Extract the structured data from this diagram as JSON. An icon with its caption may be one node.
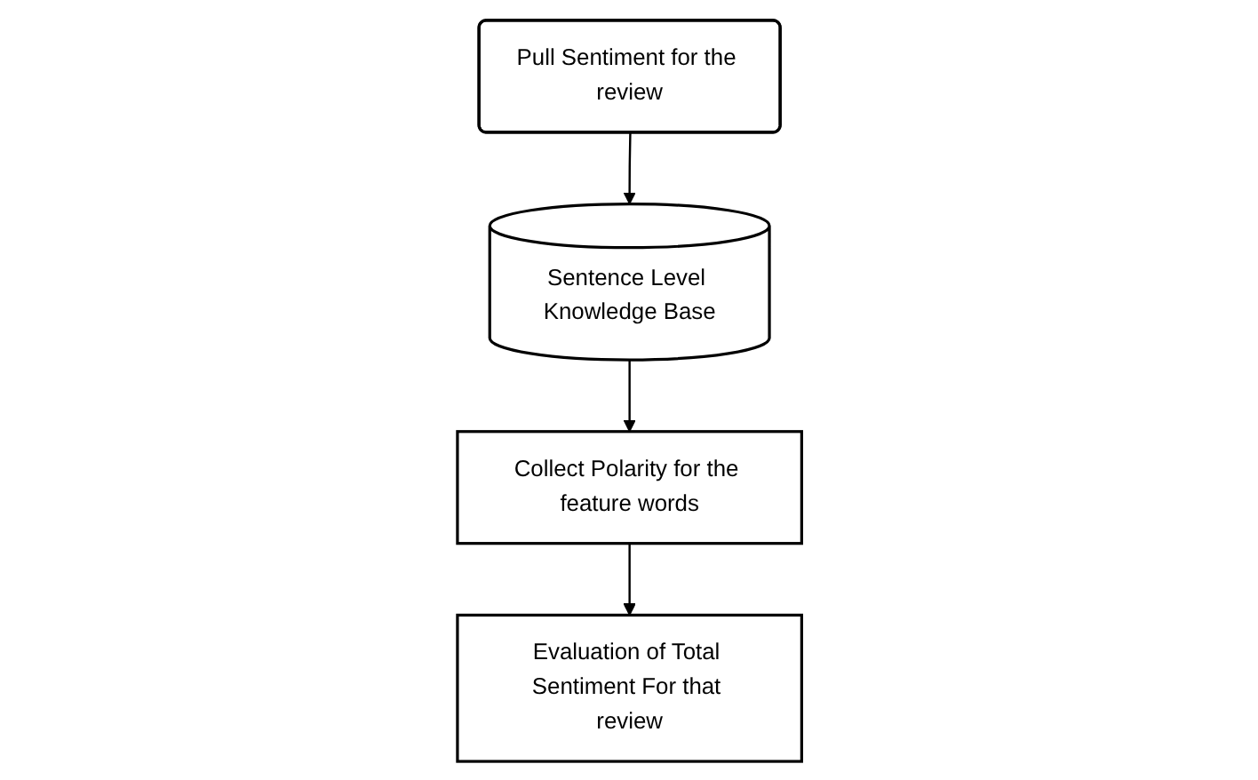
{
  "diagram": {
    "nodes": [
      {
        "text": [
          "Pull Sentiment for the review"
        ]
      },
      {
        "text": [
          "Sentence Level Knowledge Base"
        ]
      },
      {
        "text": [
          "Collect Polarity for the feature words"
        ]
      },
      {
        "text": [
          "Evaluation of Total Sentiment For that review"
        ]
      }
    ],
    "edges": [
      {
        "from": 0,
        "to": 1,
        "arrow": "to"
      },
      {
        "from": 1,
        "to": 2,
        "arrow": "to"
      },
      {
        "from": 2,
        "to": 3,
        "arrow": "to"
      }
    ]
  }
}
